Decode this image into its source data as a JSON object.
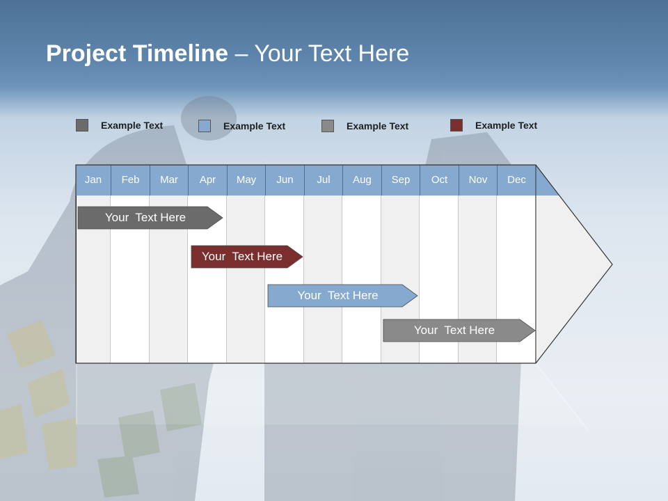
{
  "title": {
    "bold": "Project Timeline",
    "rest": " – Your Text Here"
  },
  "legend": [
    {
      "label": "Example Text",
      "color": "#6b6b6b"
    },
    {
      "label": "Example Text",
      "color": "#86a9cf"
    },
    {
      "label": "Example Text",
      "color": "#8a8a8a"
    },
    {
      "label": "Example Text",
      "color": "#7a2e2e"
    }
  ],
  "months": [
    "Jan",
    "Feb",
    "Mar",
    "Apr",
    "May",
    "Jun",
    "Jul",
    "Aug",
    "Sep",
    "Oct",
    "Nov",
    "Dec"
  ],
  "colors": {
    "header": "#86a9cf",
    "shaded_column": "#f0f0f0",
    "plain_column": "#ffffff",
    "outline": "#333333"
  },
  "tasks": [
    {
      "label": "Your  Text Here",
      "start": "Jan",
      "end": "Apr",
      "color": "#6b6b6b"
    },
    {
      "label": "Your  Text Here",
      "start": "Apr",
      "end": "Jun",
      "color": "#7a2e2e"
    },
    {
      "label": "Your  Text Here",
      "start": "Jun",
      "end": "Sep",
      "color": "#86a9cf"
    },
    {
      "label": "Your  Text Here",
      "start": "Sep",
      "end": "Dec",
      "color": "#8a8a8a"
    }
  ]
}
